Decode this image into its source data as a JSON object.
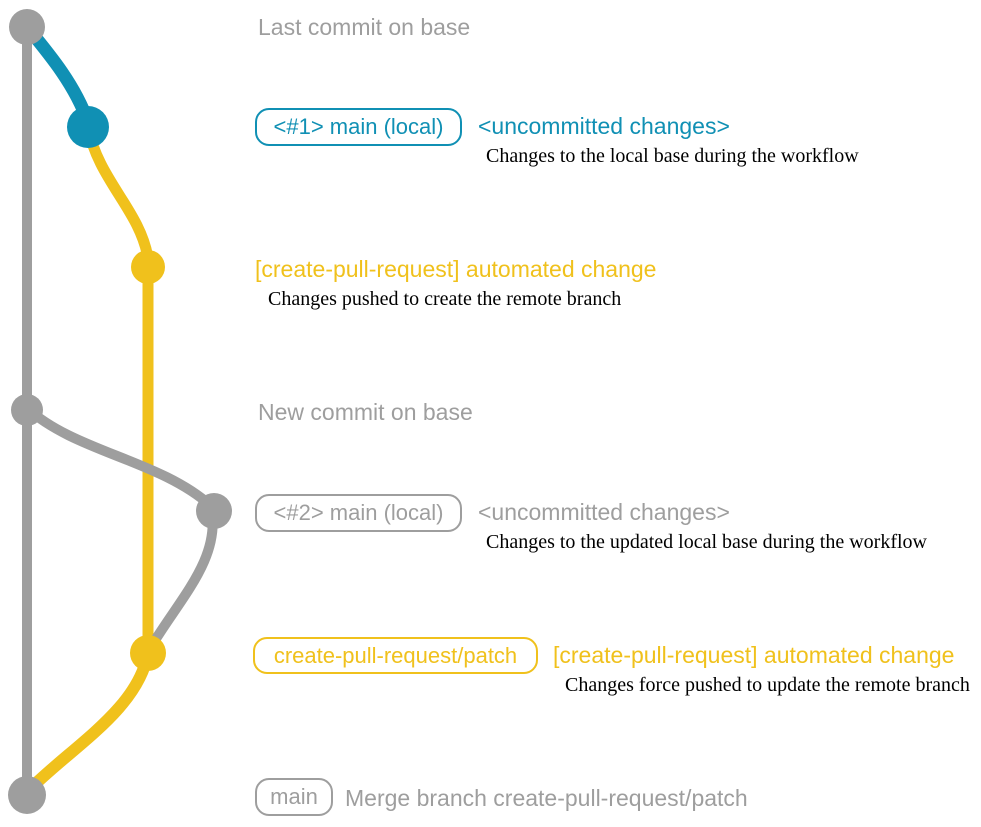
{
  "colors": {
    "gray": "#9e9e9e",
    "blue": "#1090b4",
    "yellow": "#f0c11c",
    "ink": "#000000",
    "bg": "#ffffff"
  },
  "annotations": {
    "last_commit_label": "Last commit on base",
    "local_main_1": {
      "badge": "<#1> main (local)",
      "status": "<uncommitted changes>",
      "detail": "Changes to the local base during the workflow"
    },
    "automated_change_1": {
      "title": "[create-pull-request] automated change",
      "detail": "Changes pushed to create the remote branch"
    },
    "new_commit_label": "New commit on base",
    "local_main_2": {
      "badge": "<#2> main (local)",
      "status": "<uncommitted changes>",
      "detail": "Changes to the updated local base during the workflow"
    },
    "patch_branch": {
      "badge": "create-pull-request/patch",
      "title": "[create-pull-request] automated change",
      "detail": "Changes force pushed to update the remote branch"
    },
    "merge_commit": {
      "badge": "main",
      "label": "Merge branch create-pull-request/patch"
    }
  }
}
